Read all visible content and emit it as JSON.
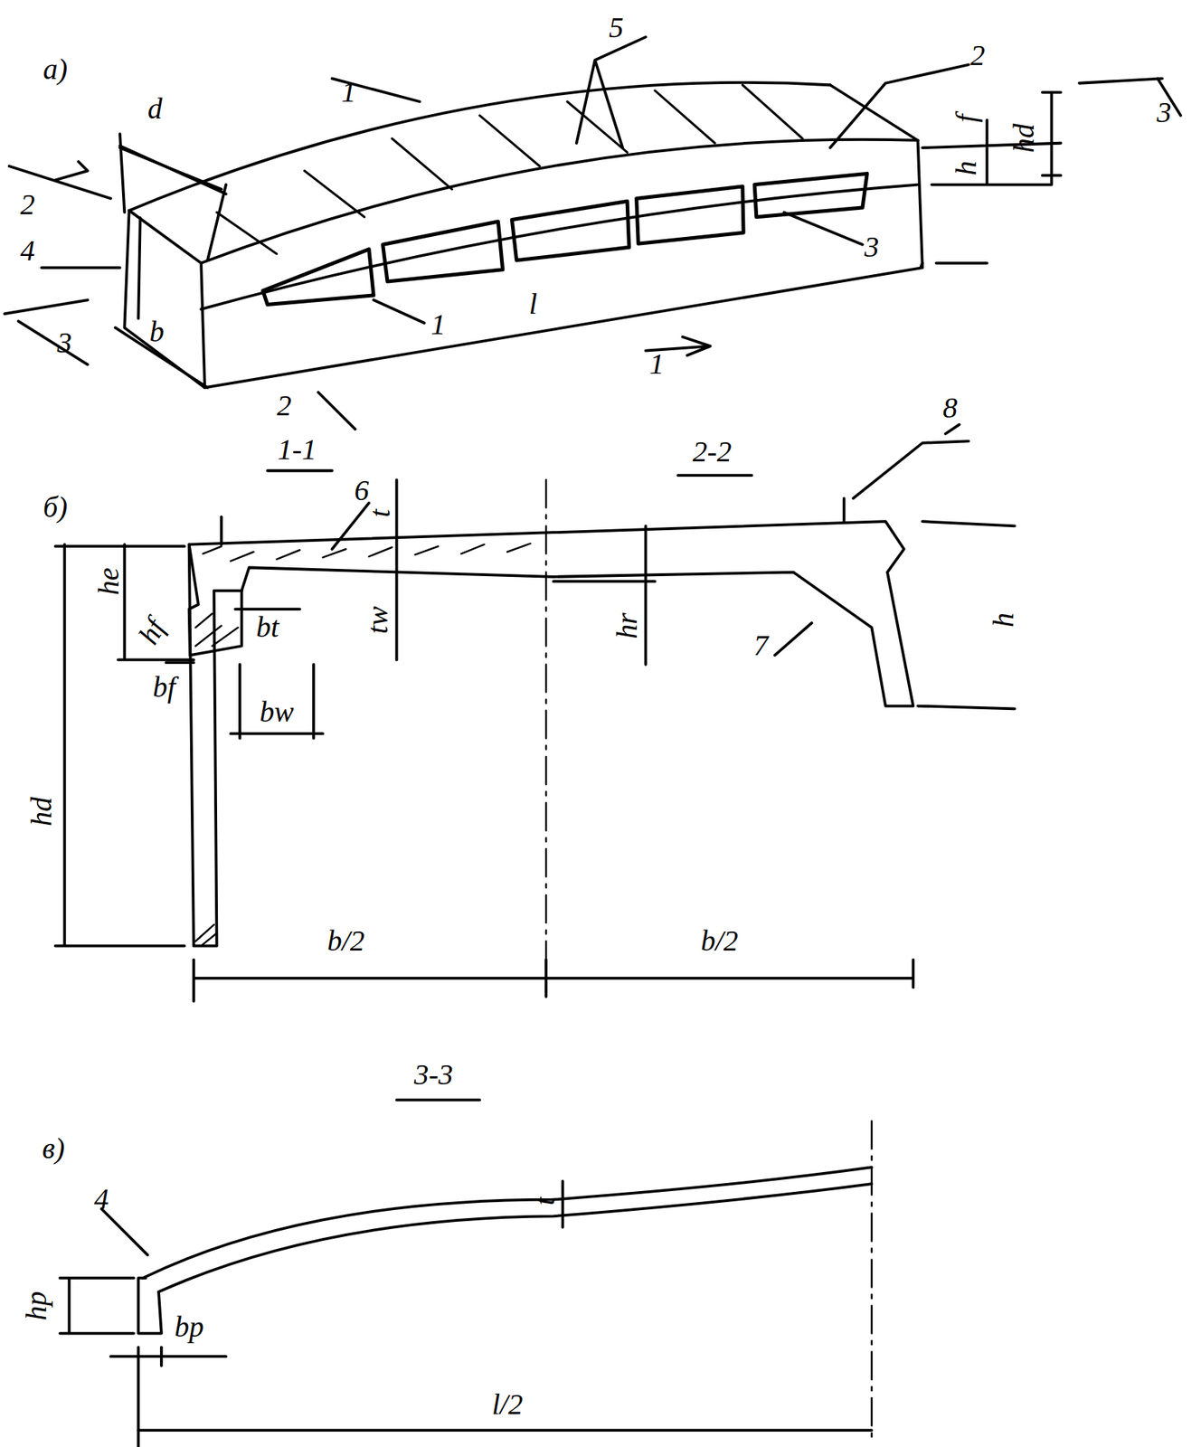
{
  "diagram": {
    "labels": [
      "а)",
      "d",
      "1",
      "5",
      "2",
      "3",
      "f",
      "h",
      "hd",
      "2",
      "4",
      "3",
      "b",
      "1",
      "l",
      "1",
      "3",
      "2",
      "1-1",
      "2-2",
      "8",
      "б)",
      "6",
      "t",
      "he",
      "hf",
      "bt",
      "tw",
      "hr",
      "7",
      "h",
      "bf",
      "bw",
      "hd",
      "b/2",
      "b/2",
      "3-3",
      "в)",
      "4",
      "t",
      "hp",
      "bp",
      "l/2"
    ]
  }
}
